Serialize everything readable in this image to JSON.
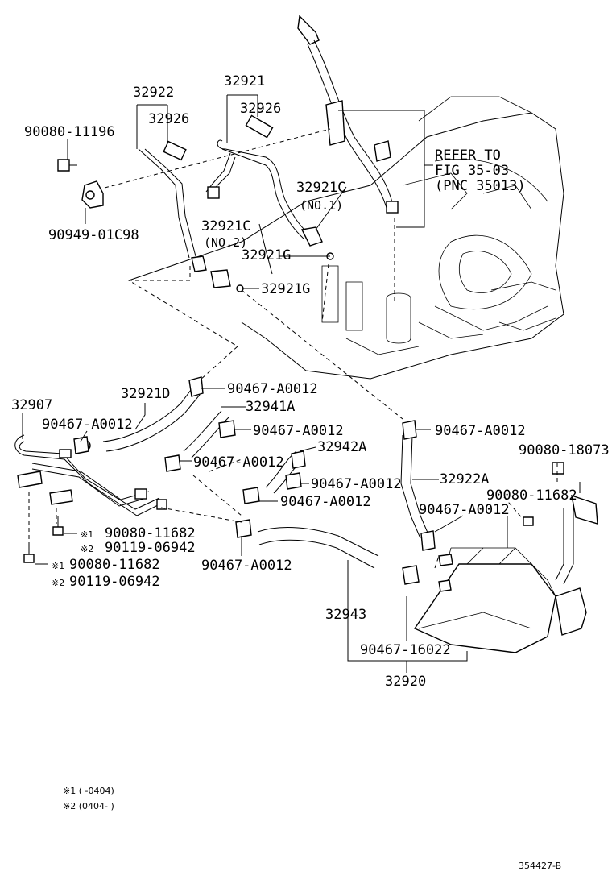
{
  "labels": {
    "p32922": "32922",
    "p32926_a": "32926",
    "p32921": "32921",
    "p32926_b": "32926",
    "p90080_11196": "90080-11196",
    "p90949_01C98": "90949-01C98",
    "refer_to": "REFER TO",
    "fig": "FIG 35-03",
    "pnc": "(PNC 35013)",
    "p32921C_no1": "32921C",
    "no1": "(NO.1)",
    "p32921C_no2": "32921C",
    "no2": "(NO.2)",
    "p32921G_a": "32921G",
    "p32921G_b": "32921G",
    "p32907": "32907",
    "p32921D": "32921D",
    "clip_1": "90467-A0012",
    "p32941A": "32941A",
    "clip_2": "90467-A0012",
    "clip_3": "90467-A0012",
    "clip_4": "90467-A0012",
    "p32942A": "32942A",
    "clip_5": "90467-A0012",
    "clip_6": "90467-A0012",
    "clip_7": "90467-A0012",
    "clip_8": "90467-A0012",
    "p90080_18073": "90080-18073",
    "p32922A": "32922A",
    "p90080_11682_r": "90080-11682",
    "clip_9": "90467-A0012",
    "bolt_a1": "90080-11682",
    "bolt_a2": "90119-06942",
    "bolt_b1": "90080-11682",
    "bolt_b2": "90119-06942",
    "mark1": "※1",
    "mark2": "※2",
    "p32943": "32943",
    "p90467_16022": "90467-16022",
    "p32920": "32920",
    "note1": "※1 (      -0404)",
    "note2": "※2 (0404-      )",
    "fig_id": "354427-B"
  }
}
